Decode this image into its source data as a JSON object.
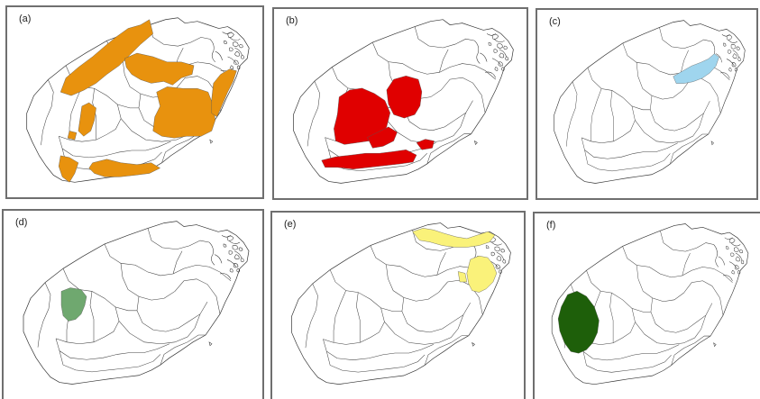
{
  "figure": {
    "panels": [
      {
        "id": "a",
        "label": "(a)",
        "highlight_color": "#E8920E",
        "highlight_name": "orange"
      },
      {
        "id": "b",
        "label": "(b)",
        "highlight_color": "#E00000",
        "highlight_name": "red"
      },
      {
        "id": "c",
        "label": "(c)",
        "highlight_color": "#9FD5EE",
        "highlight_name": "light-blue"
      },
      {
        "id": "d",
        "label": "(d)",
        "highlight_color": "#6FA86F",
        "highlight_name": "sage-green"
      },
      {
        "id": "e",
        "label": "(e)",
        "highlight_color": "#FAF27A",
        "highlight_name": "light-yellow"
      },
      {
        "id": "f",
        "label": "(f)",
        "highlight_color": "#1E5F0A",
        "highlight_name": "dark-green"
      }
    ],
    "colors": {
      "outline": "#333333",
      "background": "#ffffff",
      "frame": "#6f6f6f"
    }
  }
}
